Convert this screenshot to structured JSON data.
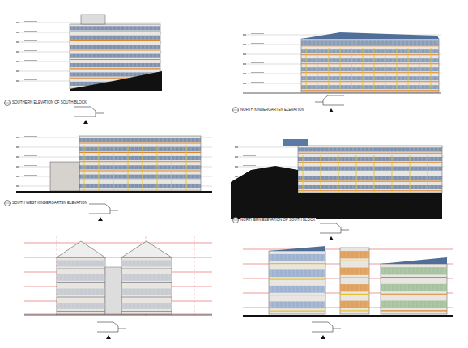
{
  "diagram": {
    "labels": [
      "SOUTHERN ELEVATION OF SOUTH BLOCK",
      "NORTH KINDERGARTEN ELEVATION",
      "SOUTH WEST KINDERGARTEN ELEVATION",
      "NORTHERN ELEVATION OF SOUTH BLOCK"
    ]
  }
}
